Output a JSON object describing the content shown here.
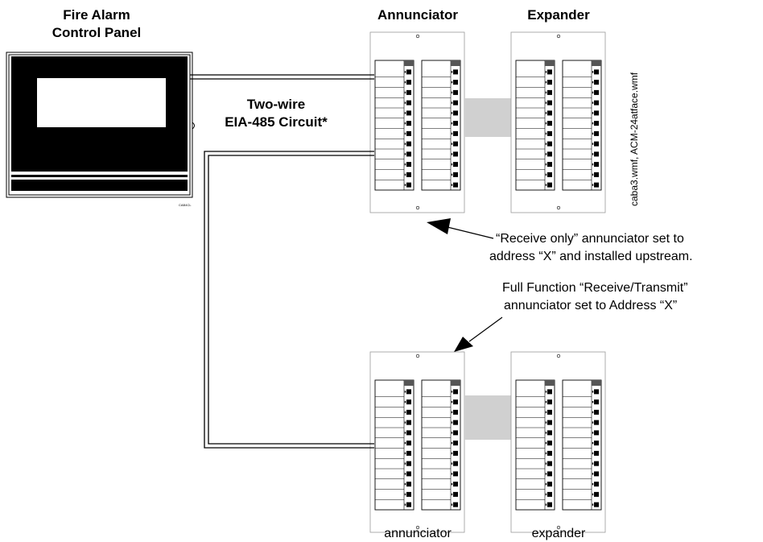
{
  "labels": {
    "facp_line1": "Fire Alarm",
    "facp_line2": "Control Panel",
    "annunciator_heading": "Annunciator",
    "expander_heading": "Expander",
    "circuit_line1": "Two-wire",
    "circuit_line2": "EIA-485 Circuit*",
    "file_ref": "caba3.wmf, ACM-24atface.wmf",
    "facp_tag": "CAB4CL",
    "note_receive_only_line1": "“Receive only” annunciator set to",
    "note_receive_only_line2": "address “X” and installed upstream.",
    "note_full_function_line1": "Full Function “Receive/Transmit”",
    "note_full_function_line2": "annunciator set to Address “X”",
    "bottom_annunciator": "annunciator",
    "bottom_expander": "expander"
  },
  "colors": {
    "line": "#000000",
    "panel_fill": "#ffffff",
    "cabinet_fill": "#000000",
    "connector_fill": "#d0d0d0",
    "panel_border": "#888888"
  },
  "icons": {
    "arrow": "arrow-head"
  }
}
